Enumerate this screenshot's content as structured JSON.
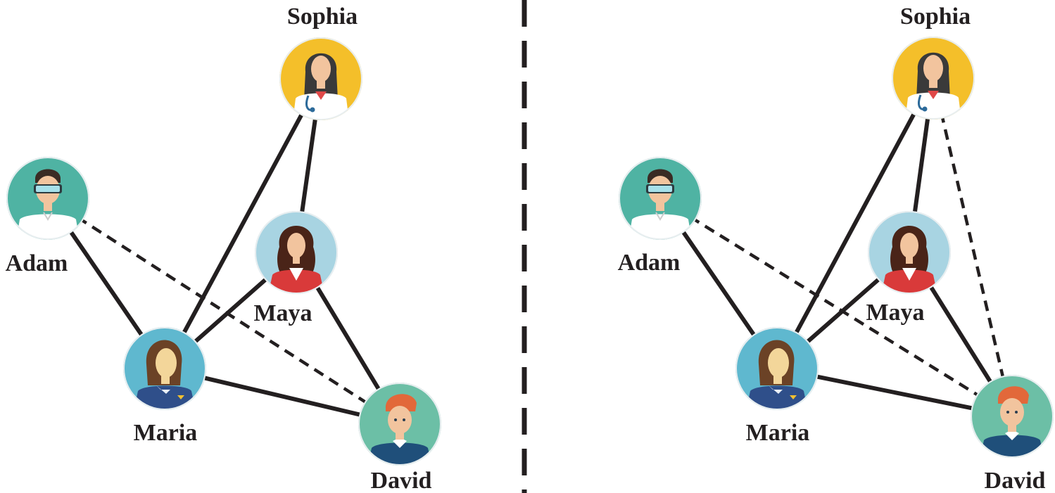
{
  "panels": [
    {
      "nodes": {
        "sophia": {
          "name": "Sophia",
          "color": "#f4bf2a"
        },
        "adam": {
          "name": "Adam",
          "color": "#4fb3a3"
        },
        "maya": {
          "name": "Maya",
          "color": "#a8d4e2"
        },
        "maria": {
          "name": "Maria",
          "color": "#5fb8cf"
        },
        "david": {
          "name": "David",
          "color": "#6cbfa6"
        }
      },
      "edges": [
        {
          "from": "adam",
          "to": "maria",
          "style": "solid"
        },
        {
          "from": "sophia",
          "to": "maria",
          "style": "solid"
        },
        {
          "from": "sophia",
          "to": "maya",
          "style": "solid"
        },
        {
          "from": "maya",
          "to": "maria",
          "style": "solid"
        },
        {
          "from": "maya",
          "to": "david",
          "style": "solid"
        },
        {
          "from": "maria",
          "to": "david",
          "style": "solid"
        },
        {
          "from": "adam",
          "to": "david",
          "style": "dashed"
        }
      ]
    },
    {
      "nodes": {
        "sophia": {
          "name": "Sophia",
          "color": "#f4bf2a"
        },
        "adam": {
          "name": "Adam",
          "color": "#4fb3a3"
        },
        "maya": {
          "name": "Maya",
          "color": "#a8d4e2"
        },
        "maria": {
          "name": "Maria",
          "color": "#5fb8cf"
        },
        "david": {
          "name": "David",
          "color": "#6cbfa6"
        }
      },
      "edges": [
        {
          "from": "adam",
          "to": "maria",
          "style": "solid"
        },
        {
          "from": "sophia",
          "to": "maria",
          "style": "solid"
        },
        {
          "from": "sophia",
          "to": "maya",
          "style": "solid"
        },
        {
          "from": "maya",
          "to": "maria",
          "style": "solid"
        },
        {
          "from": "maya",
          "to": "david",
          "style": "solid"
        },
        {
          "from": "maria",
          "to": "david",
          "style": "solid"
        },
        {
          "from": "adam",
          "to": "david",
          "style": "dashed"
        },
        {
          "from": "sophia",
          "to": "david",
          "style": "dashed"
        }
      ]
    }
  ]
}
